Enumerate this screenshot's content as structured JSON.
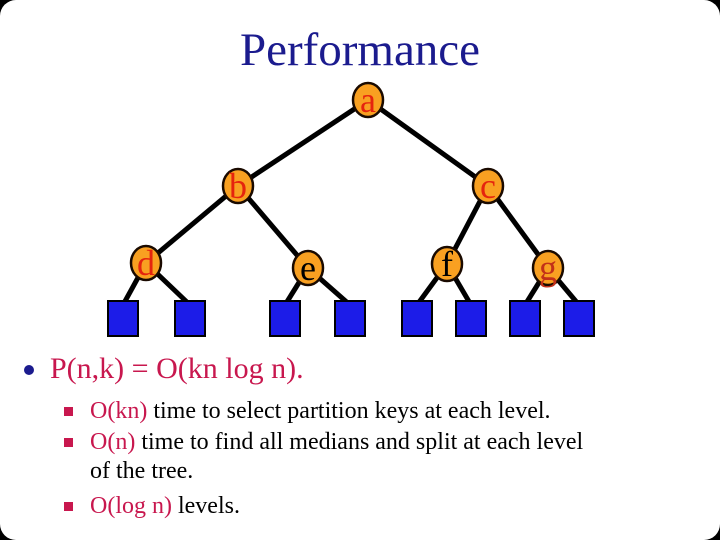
{
  "slide": {
    "title": "Performance"
  },
  "colors": {
    "title": "#1B1B8E",
    "crimson": "#C8174E",
    "body_text": "#000000",
    "node_fill": "#F9A021",
    "node_stroke": "#1A0A00",
    "edge": "#000000",
    "leaf_fill": "#1C1CE8",
    "leaf_stroke": "#000000",
    "main_bullet_dot": "#1B1B8E",
    "sub_bullet_square": "#C8174E",
    "background": "#FFFFFF",
    "frame": "#000000"
  },
  "tree": {
    "nodes": [
      {
        "id": "a",
        "label": "a",
        "label_color": "#E5240E"
      },
      {
        "id": "b",
        "label": "b",
        "label_color": "#E5240E"
      },
      {
        "id": "c",
        "label": "c",
        "label_color": "#E5240E"
      },
      {
        "id": "d",
        "label": "d",
        "label_color": "#E5240E"
      },
      {
        "id": "e",
        "label": "e",
        "label_color": "#000000"
      },
      {
        "id": "f",
        "label": "f",
        "label_color": "#000000"
      },
      {
        "id": "g",
        "label": "g",
        "label_color": "#C23018"
      }
    ],
    "leaf_count": 8
  },
  "bullets": {
    "main": {
      "segments": [
        {
          "text": "P(n,k) = O(kn log n).",
          "color": "crimson"
        }
      ]
    },
    "subs": [
      {
        "segments": [
          {
            "text": "O(kn)",
            "color": "crimson"
          },
          {
            "text": " time to select partition keys at each level.",
            "color": "body_text"
          }
        ]
      },
      {
        "segments": [
          {
            "text": "O(n)",
            "color": "crimson"
          },
          {
            "text": " time to find all medians and split at each level of the tree.",
            "color": "body_text"
          }
        ]
      },
      {
        "segments": [
          {
            "text": "O(log n)",
            "color": "crimson"
          },
          {
            "text": " levels.",
            "color": "body_text"
          }
        ]
      }
    ]
  }
}
